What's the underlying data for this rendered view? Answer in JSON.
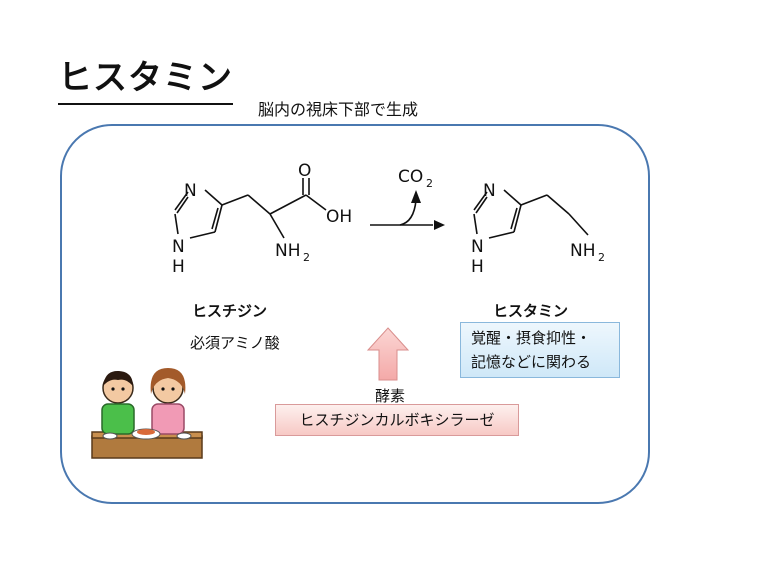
{
  "title": "ヒスタミン",
  "subtitle": "脳内の視床下部で生成",
  "left_molecule": {
    "atoms": {
      "n_top": "N",
      "nh": "N",
      "h": "H",
      "o": "O",
      "oh": "OH",
      "nh2": "NH",
      "nh2_sub": "2"
    },
    "name": "ヒスチジン",
    "description": "必須アミノ酸"
  },
  "reaction": {
    "byproduct": "CO",
    "byproduct_sub": "2"
  },
  "right_molecule": {
    "atoms": {
      "n_top": "N",
      "nh": "N",
      "h": "H",
      "nh2": "NH",
      "nh2_sub": "2"
    },
    "name": "ヒスタミン",
    "effect_line1": "覚醒・摂食抑性・",
    "effect_line2": "記憶などに関わる"
  },
  "enzyme": {
    "label": "酵素",
    "name": "ヒスチジンカルボキシラーゼ"
  },
  "colors": {
    "frame": "#4a78b0",
    "effect_box": "#cfe8f8",
    "enzyme_box": "#f7c9c5",
    "up_arrow": "#f4a9a8"
  },
  "illustration": "people-eating-meal"
}
